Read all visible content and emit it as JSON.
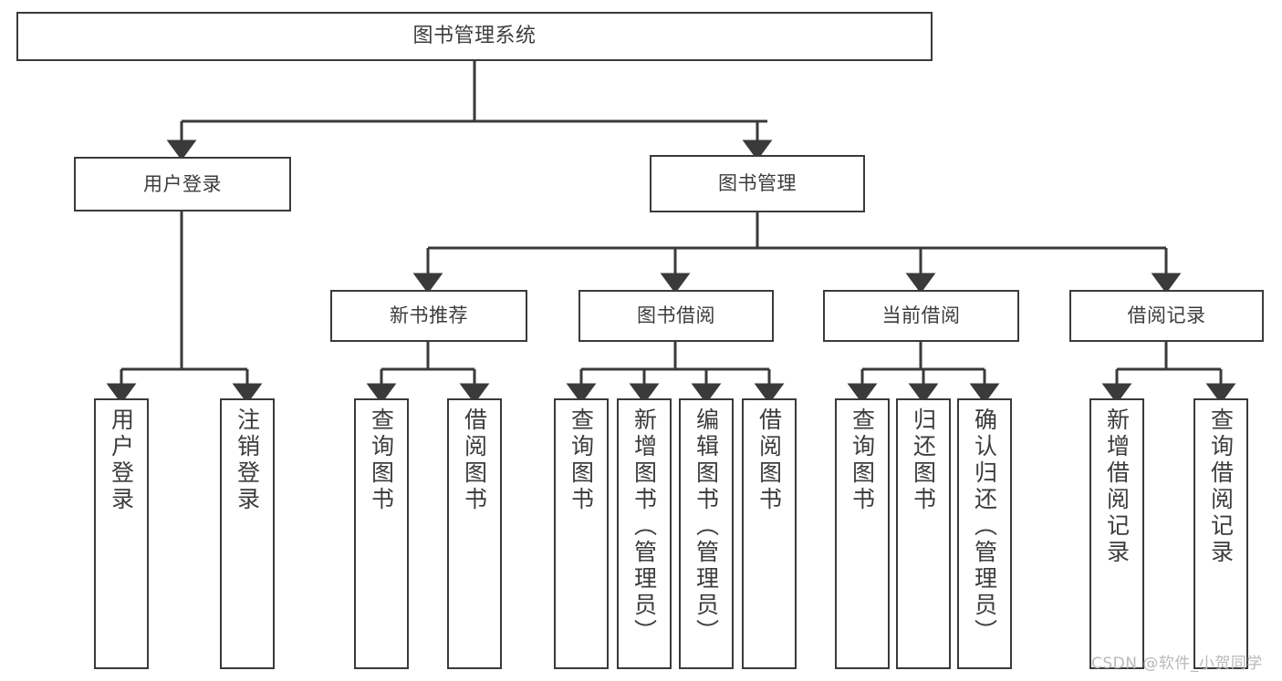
{
  "diagram": {
    "title": "图书管理系统",
    "type": "tree-hierarchy",
    "style": {
      "background": "#ffffff",
      "box_border": "#3a3a3a",
      "box_fill": "#ffffff",
      "text_color": "#3c3c3c",
      "connector_color": "#3a3a3a",
      "watermark_color": "#b9b9b9"
    },
    "root": {
      "label": "图书管理系统"
    },
    "level2": [
      {
        "label": "用户登录"
      },
      {
        "label": "图书管理"
      }
    ],
    "level3": [
      {
        "label": "新书推荐"
      },
      {
        "label": "图书借阅"
      },
      {
        "label": "当前借阅"
      },
      {
        "label": "借阅记录"
      }
    ],
    "leaves": {
      "user_login": [
        {
          "label": "用户登录"
        },
        {
          "label": "注销登录"
        }
      ],
      "new_book_recommend": [
        {
          "label": "查询图书"
        },
        {
          "label": "借阅图书"
        }
      ],
      "book_borrow": [
        {
          "label": "查询图书"
        },
        {
          "label": "新增图书（管理员）"
        },
        {
          "label": "编辑图书（管理员）"
        },
        {
          "label": "借阅图书"
        }
      ],
      "current_borrow": [
        {
          "label": "查询图书"
        },
        {
          "label": "归还图书"
        },
        {
          "label": "确认归还（管理员）"
        }
      ],
      "borrow_record": [
        {
          "label": "新增借阅记录"
        },
        {
          "label": "查询借阅记录"
        }
      ]
    }
  },
  "watermark": {
    "text": "CSDN @软件_小贺同学"
  }
}
